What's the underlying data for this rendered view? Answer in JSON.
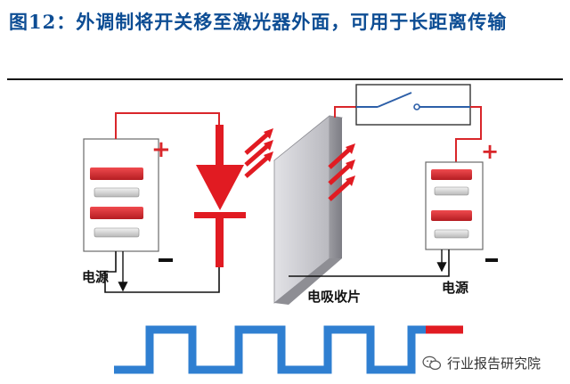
{
  "title": "图12：外调制将开关移至激光器外面，可用于长距离传输",
  "labels": {
    "left_power_source": "电源",
    "right_power_source": "电源",
    "absorber": "电吸收片",
    "left_plus": "+",
    "left_minus": "−",
    "right_plus": "+",
    "right_minus": "−"
  },
  "watermark": "行业报告研究院",
  "icons": {
    "laser_diode": "laser-diode-icon",
    "switch": "switch-icon",
    "watermark": "wechat-icon"
  },
  "colors": {
    "title": "#0d4d94",
    "wire": "#d9262a",
    "signal_low_high": "#2f7fd1",
    "signal_tail": "#e11b22",
    "absorber": "#c8c8cc"
  }
}
